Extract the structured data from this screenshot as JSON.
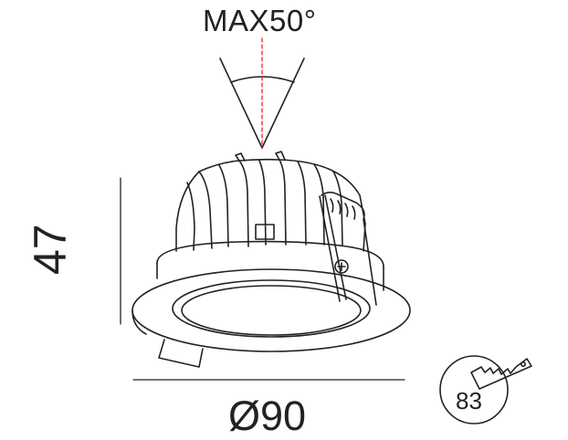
{
  "diagram": {
    "tilt_angle": "MAX50°",
    "height": "47",
    "diameter": "Ø90",
    "cutout": "83"
  },
  "colors": {
    "line": "#222222",
    "dashed_axis": "#e8212b",
    "background": "#ffffff"
  },
  "icons": {
    "cutout": "saw-icon"
  }
}
